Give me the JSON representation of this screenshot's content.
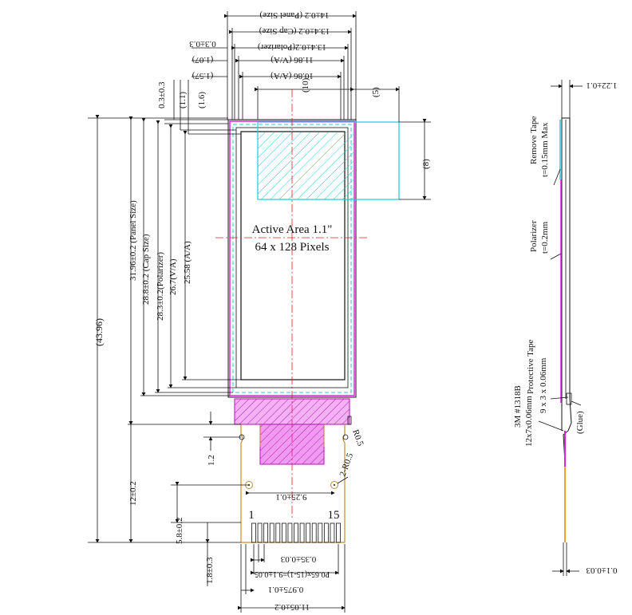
{
  "top_dims": {
    "panel_size": "14±0.2 (Panel Size)",
    "cap_size": "13.4±0.2 (Cap Size)",
    "polarizer": "13.4±0.2(Polarizer)",
    "va": "11.86 (V/A)",
    "aa": "10.86 (A/A)",
    "offset_right": "0.3±0.3",
    "v107": "(1.07)",
    "v157": "(1.57)",
    "v10": "(10)",
    "v5": "(5)",
    "v03": "0.3±0.3",
    "v11": "(1.1)",
    "v16": "(1.6)"
  },
  "left_dims": {
    "overall": "(43.96)",
    "panel": "31.96±0.2 (Panel Size)",
    "cap": "28.8±0.2 (Cap Size)",
    "pol": "28.3±0.2(Polarizer)",
    "va": "26.7(V/A)",
    "aa": "25.58 (A/A)",
    "tail": "12±0.2",
    "fpc_pitch": "5.8±0.2",
    "pin_len": "1.8±0.3",
    "bend": "1.2"
  },
  "right_dims": {
    "v8": "(8)"
  },
  "center": {
    "active_area": "Active Area 1.1\"",
    "pixels": "64 x 128 Pixels"
  },
  "fpc": {
    "radius": "R0.5",
    "holes": "2-R0.5",
    "pin_first": "1",
    "pin_last": "15",
    "hole_spacing": "9.25±0.1"
  },
  "bottom_dims": {
    "pin_width": "0.35±0.03",
    "pitch_total": "P0.65x(15-1)=9.1±0.05",
    "edge": "0.975±0.1",
    "total": "11.05±0.2"
  },
  "side_view": {
    "total_thickness": "1.22±0.1",
    "remove_tape_1": "Remove Tape",
    "remove_tape_2": "t=0.15mm Max",
    "polarizer_1": "Polarizer",
    "polarizer_2": "t=0.2mm",
    "protective_1": "Protective Tape",
    "protective_2": "9 x 3 x 0.06mm",
    "glue": "(Glue)",
    "tape_1": "3M #1318B",
    "tape_2": "12x7x0.06mm",
    "fpc_thickness": "0.1±0.03"
  },
  "colors": {
    "magenta": "#e020e0",
    "cyan": "#20c8e0",
    "red": "#e02020",
    "orange": "#f0a030",
    "line": "#111111"
  }
}
